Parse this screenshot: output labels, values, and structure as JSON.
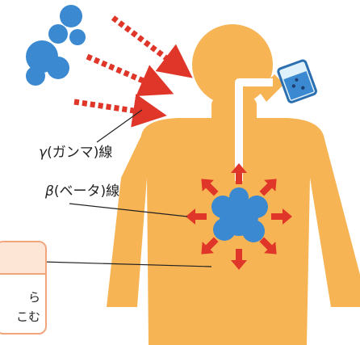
{
  "labels": {
    "gamma": {
      "symbol": "γ",
      "text": "(ガンマ)線"
    },
    "beta": {
      "symbol": "β",
      "text": "(ベータ)線"
    },
    "callout_text": "ら\nこむ"
  },
  "icons": [
    "radioactive-particles-icon",
    "glass-of-water-icon",
    "human-body-figure",
    "internal-source-icon"
  ],
  "colors": {
    "body": "#f6b455",
    "gamma_arrow": "#e0362a",
    "beta_arrow": "#e0362a",
    "particles": "#3a89d1",
    "callout_border": "#f2a57a",
    "callout_fill": "#fde6d6"
  }
}
